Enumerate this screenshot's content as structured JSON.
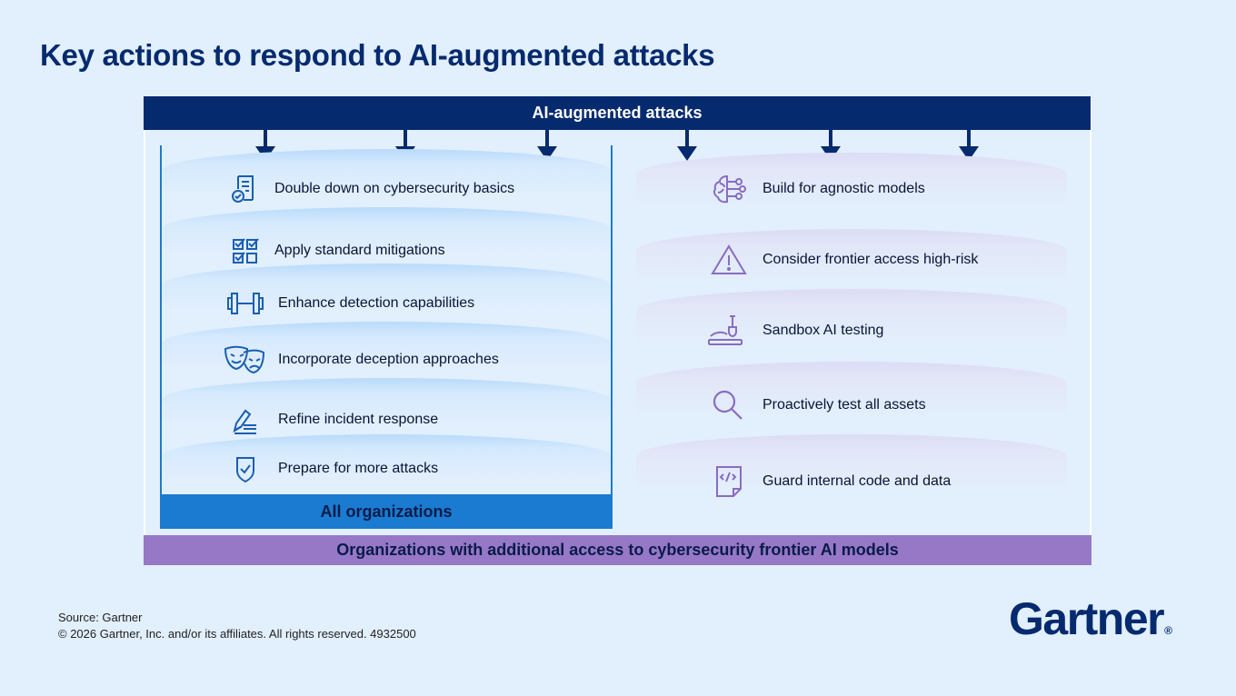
{
  "title": "Key actions to respond to AI-augmented attacks",
  "top_bar": "AI-augmented attacks",
  "left_group": {
    "items": [
      {
        "label": "Double down on cybersecurity basics",
        "icon": "document-check-icon"
      },
      {
        "label": "Apply standard mitigations",
        "icon": "checklist-icon"
      },
      {
        "label": "Enhance detection capabilities",
        "icon": "dumbbell-icon"
      },
      {
        "label": "Incorporate deception approaches",
        "icon": "theater-masks-icon"
      },
      {
        "label": "Refine incident response",
        "icon": "pencil-lines-icon"
      },
      {
        "label": "Prepare for more attacks",
        "icon": "shield-check-icon"
      }
    ],
    "footer": "All organizations"
  },
  "right_group": {
    "items": [
      {
        "label": "Build for agnostic models",
        "icon": "brain-circuit-icon"
      },
      {
        "label": "Consider frontier access high-risk",
        "icon": "warning-triangle-icon"
      },
      {
        "label": "Sandbox AI testing",
        "icon": "sandbox-shovel-icon"
      },
      {
        "label": "Proactively test all assets",
        "icon": "magnifier-icon"
      },
      {
        "label": "Guard internal code and data",
        "icon": "code-document-icon"
      }
    ]
  },
  "bottom_bar": "Organizations with additional access to cybersecurity frontier AI models",
  "source": "Source: Gartner",
  "copyright": "© 2026 Gartner, Inc. and/or its affiliates. All rights reserved. 4932500",
  "logo": "Gartner",
  "logo_mark": "®",
  "colors": {
    "navy": "#062a6e",
    "blue": "#1a7bd0",
    "purple": "#9678c7",
    "background": "#e2effd"
  }
}
